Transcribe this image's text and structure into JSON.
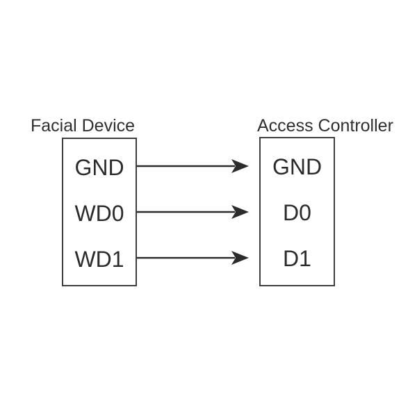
{
  "diagram": {
    "left_device": {
      "title": "Facial Device",
      "pins": [
        "GND",
        "WD0",
        "WD1"
      ]
    },
    "right_device": {
      "title": "Access Controller",
      "pins": [
        "GND",
        "D0",
        "D1"
      ]
    },
    "connections": [
      {
        "from": "GND",
        "to": "GND"
      },
      {
        "from": "WD0",
        "to": "D0"
      },
      {
        "from": "WD1",
        "to": "D1"
      }
    ],
    "colors": {
      "background": "#ffffff",
      "box_border": "#3e3e3e",
      "wire": "#2b2b2b",
      "text": "#2d2d2d"
    }
  }
}
